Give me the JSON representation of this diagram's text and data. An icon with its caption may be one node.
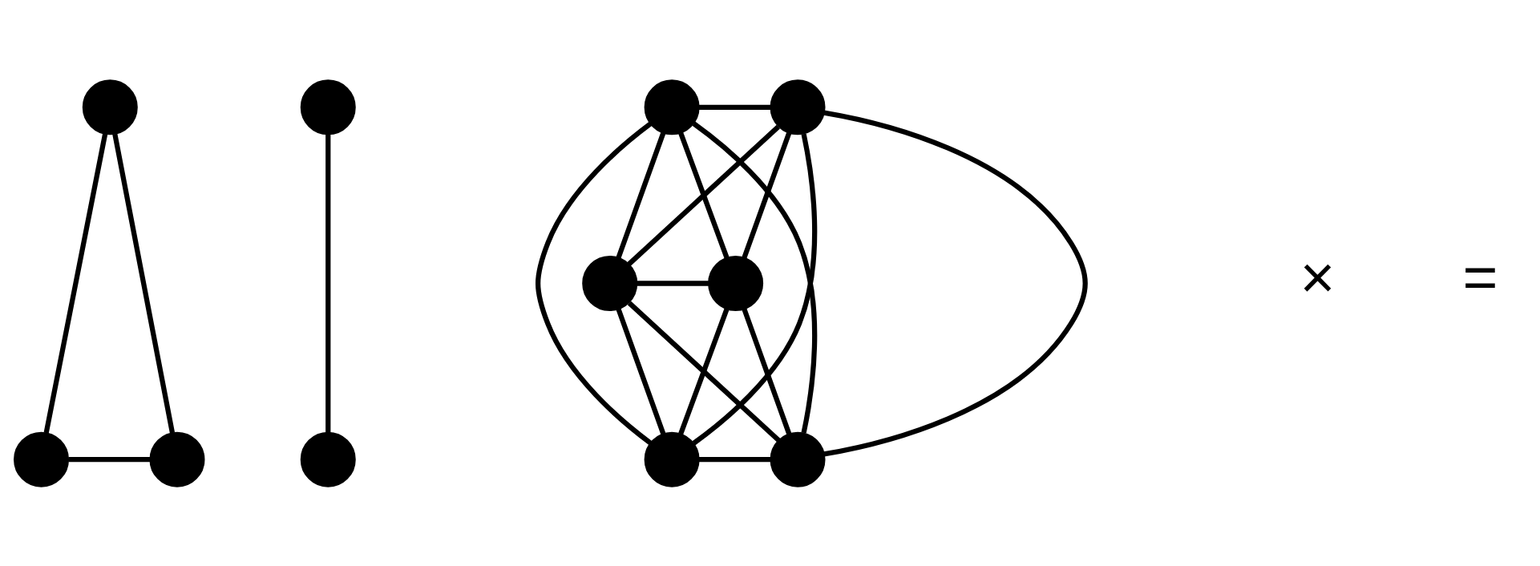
{
  "diagram": {
    "nodes": [
      {
        "text": [],
        "shape": "circle"
      },
      {
        "text": [],
        "shape": "circle"
      },
      {
        "text": [],
        "shape": "circle"
      },
      {
        "text": [],
        "shape": "circle"
      },
      {
        "text": [],
        "shape": "circle"
      },
      {
        "text": [],
        "shape": "circle"
      },
      {
        "text": [],
        "shape": "circle"
      },
      {
        "text": [],
        "shape": "circle"
      },
      {
        "text": [],
        "shape": "circle"
      },
      {
        "text": [],
        "shape": "circle"
      },
      {
        "text": [],
        "shape": "circle"
      }
    ],
    "edges": [
      {
        "from": 0,
        "to": 1,
        "arrow": "none"
      },
      {
        "from": 0,
        "to": 2,
        "arrow": "none"
      },
      {
        "from": 1,
        "to": 2,
        "arrow": "none"
      },
      {
        "from": 3,
        "to": 4,
        "arrow": "none"
      },
      {
        "from": 5,
        "to": 6,
        "arrow": "none"
      },
      {
        "from": 5,
        "to": 7,
        "arrow": "none"
      },
      {
        "from": 5,
        "to": 8,
        "arrow": "none"
      },
      {
        "from": 5,
        "to": 9,
        "arrow": "none"
      },
      {
        "from": 5,
        "to": 10,
        "arrow": "none"
      },
      {
        "from": 6,
        "to": 7,
        "arrow": "none"
      },
      {
        "from": 6,
        "to": 8,
        "arrow": "none"
      },
      {
        "from": 6,
        "to": 9,
        "arrow": "none"
      },
      {
        "from": 6,
        "to": 10,
        "arrow": "none"
      },
      {
        "from": 7,
        "to": 8,
        "arrow": "none"
      },
      {
        "from": 7,
        "to": 9,
        "arrow": "none"
      },
      {
        "from": 7,
        "to": 10,
        "arrow": "none"
      },
      {
        "from": 8,
        "to": 9,
        "arrow": "none"
      },
      {
        "from": 8,
        "to": 10,
        "arrow": "none"
      },
      {
        "from": 9,
        "to": 10,
        "arrow": "none"
      }
    ],
    "labels": [
      "×",
      "="
    ]
  }
}
